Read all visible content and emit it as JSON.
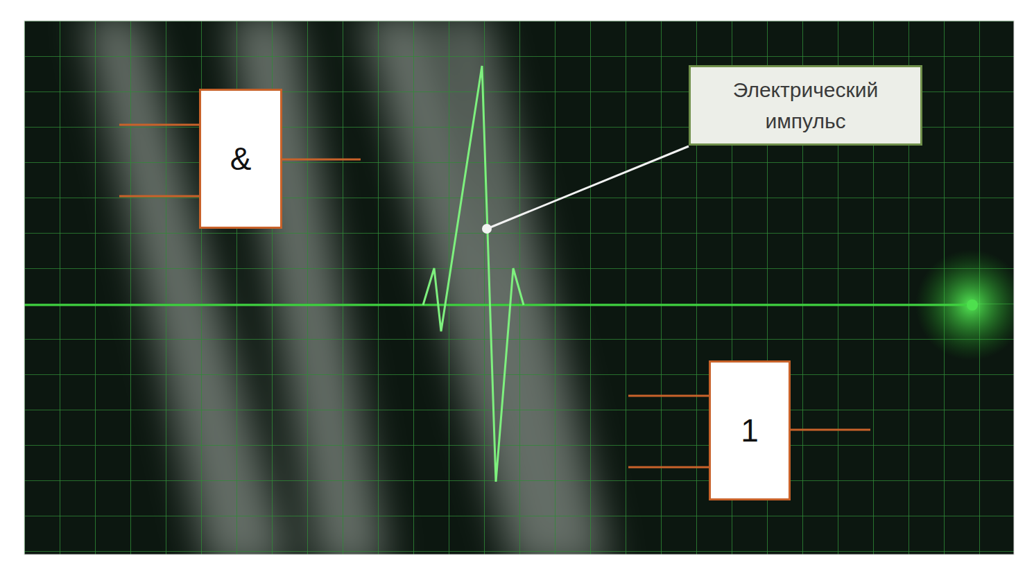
{
  "diagram": {
    "nodes": [
      {
        "text": [
          "&"
        ]
      },
      {
        "text": [
          "Электрический импульс"
        ]
      },
      {
        "text": [
          "1"
        ]
      }
    ]
  }
}
